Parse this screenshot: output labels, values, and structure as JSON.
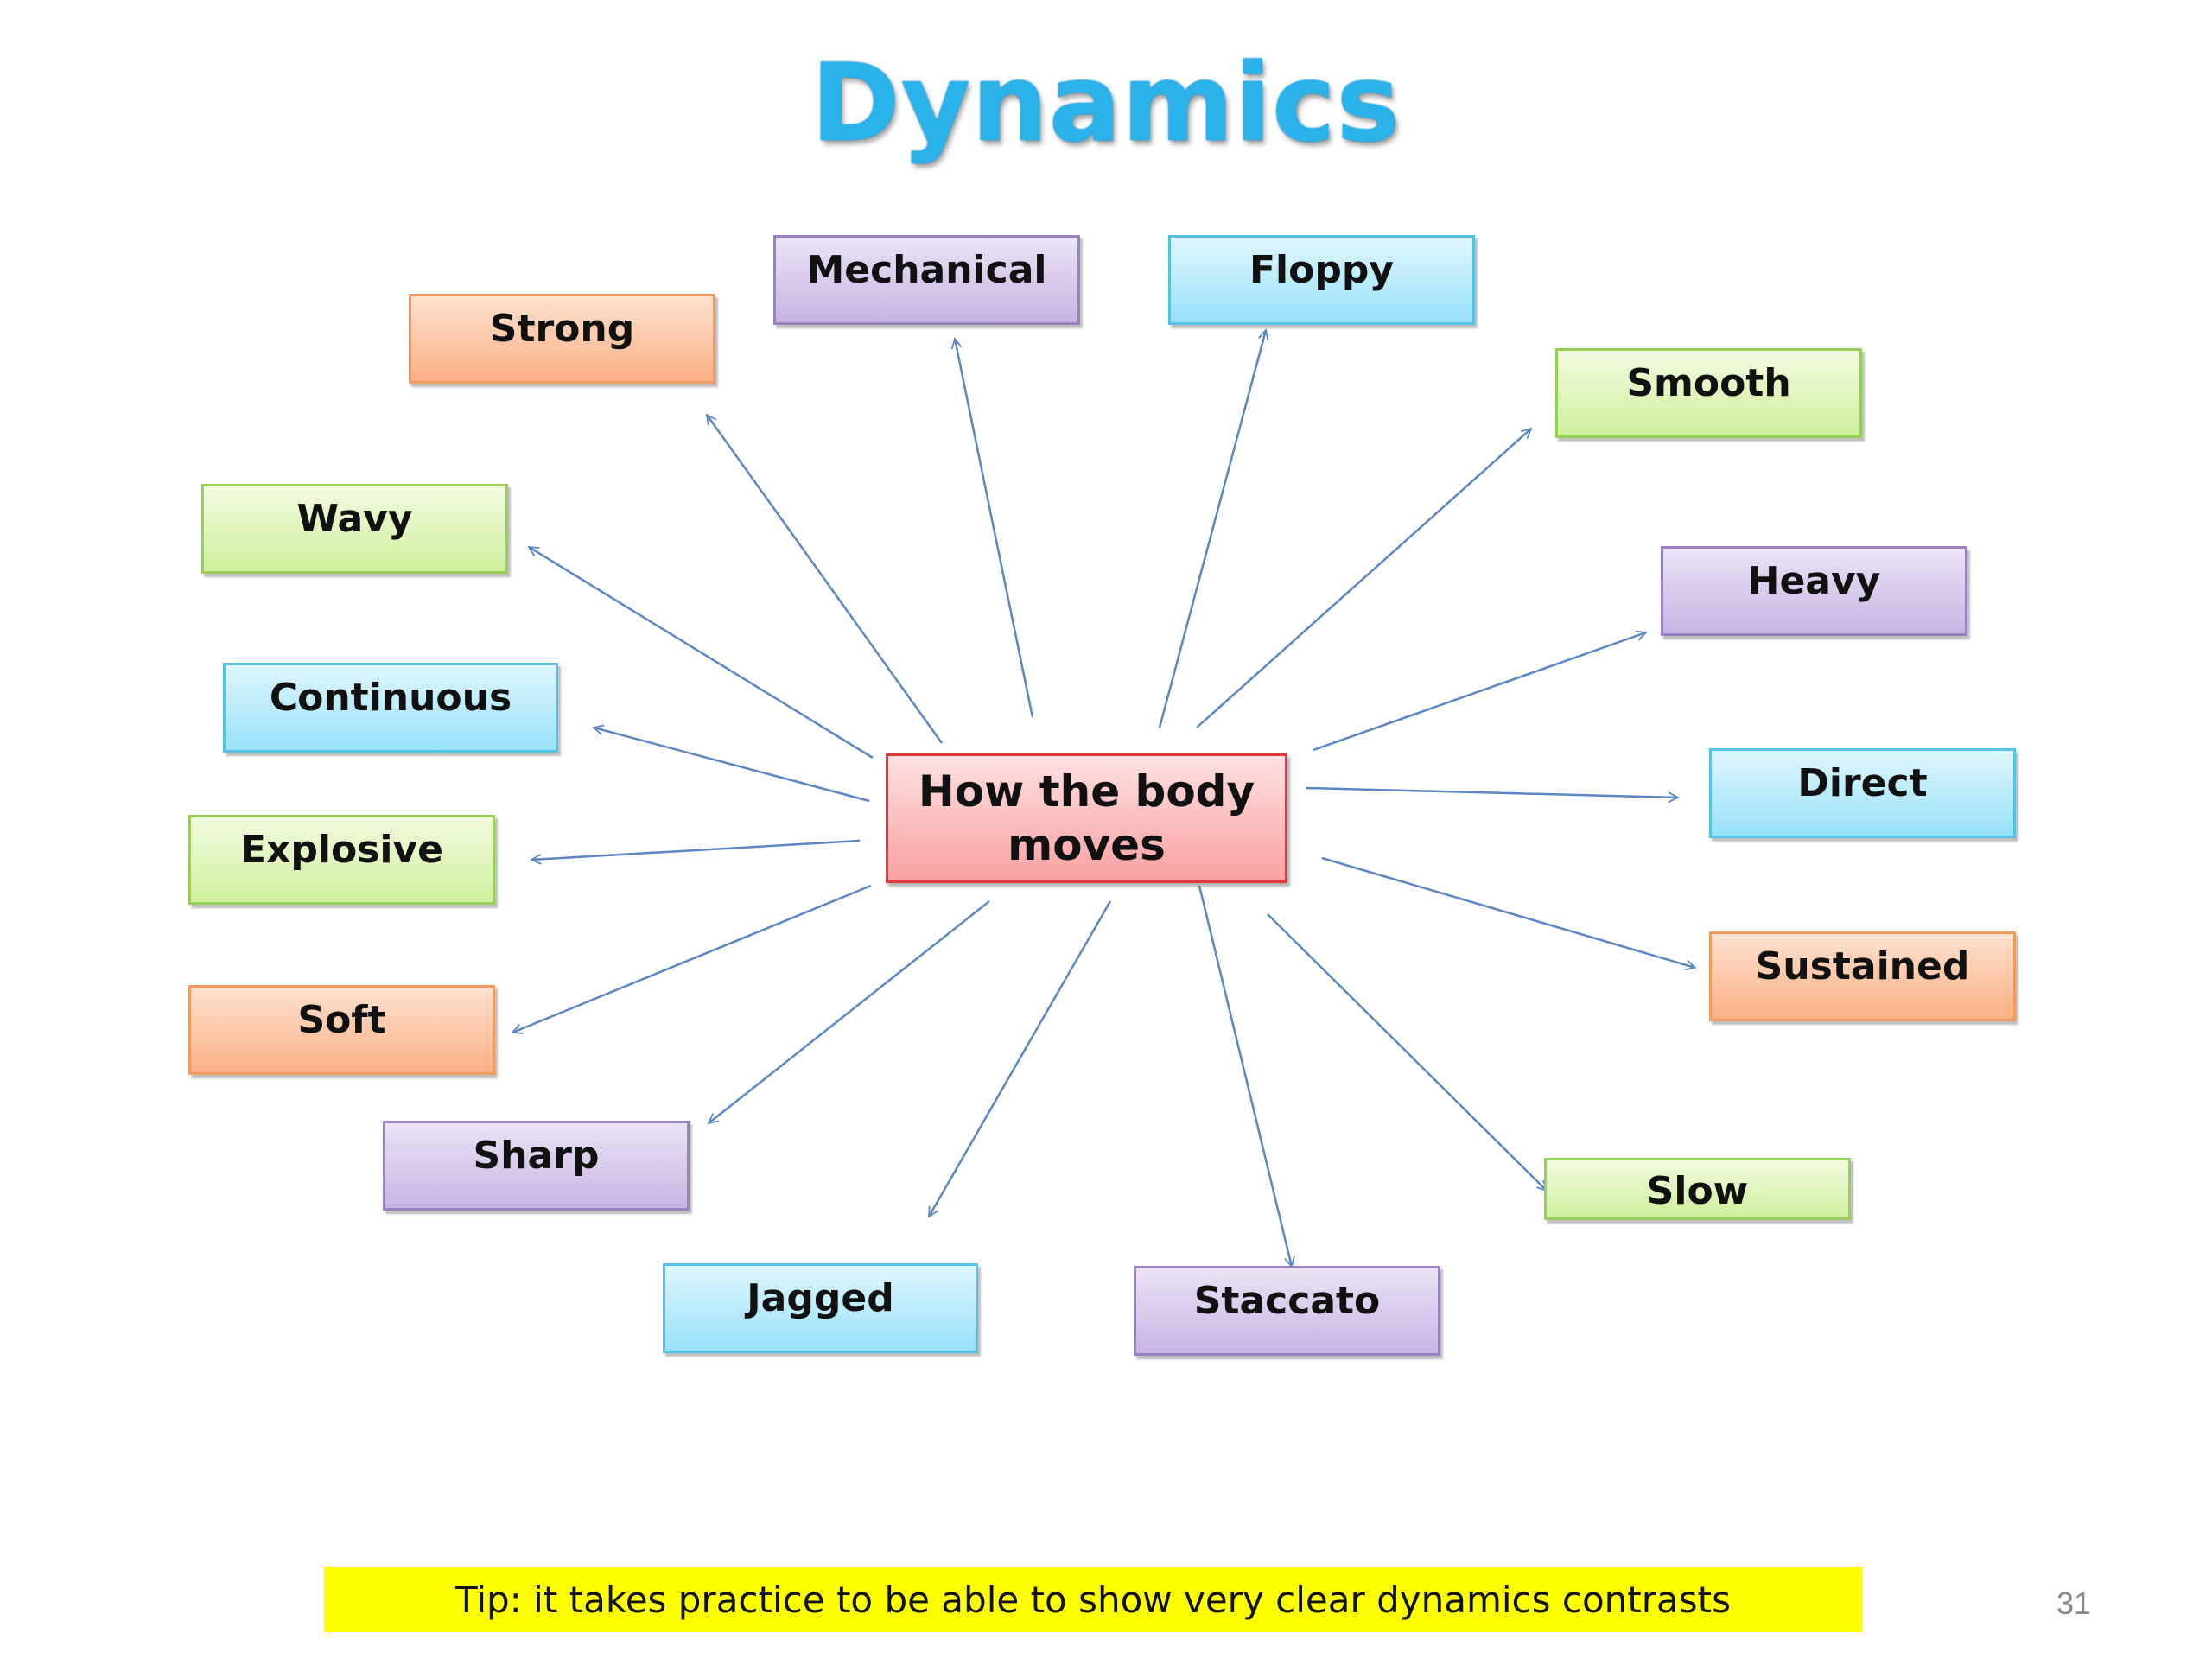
{
  "title": "Dynamics",
  "center": {
    "label": "How the body moves"
  },
  "nodes": [
    {
      "id": "strong",
      "label": "Strong",
      "color": "orange"
    },
    {
      "id": "mechanical",
      "label": "Mechanical",
      "color": "purple"
    },
    {
      "id": "floppy",
      "label": "Floppy",
      "color": "blue"
    },
    {
      "id": "smooth",
      "label": "Smooth",
      "color": "green"
    },
    {
      "id": "wavy",
      "label": "Wavy",
      "color": "green"
    },
    {
      "id": "heavy",
      "label": "Heavy",
      "color": "purple"
    },
    {
      "id": "continuous",
      "label": "Continuous",
      "color": "blue"
    },
    {
      "id": "direct",
      "label": "Direct",
      "color": "blue"
    },
    {
      "id": "explosive",
      "label": "Explosive",
      "color": "green"
    },
    {
      "id": "sustained",
      "label": "Sustained",
      "color": "orange"
    },
    {
      "id": "soft",
      "label": "Soft",
      "color": "orange"
    },
    {
      "id": "sharp",
      "label": "Sharp",
      "color": "purple"
    },
    {
      "id": "slow",
      "label": "Slow",
      "color": "green"
    },
    {
      "id": "jagged",
      "label": "Jagged",
      "color": "blue"
    },
    {
      "id": "staccato",
      "label": "Staccato",
      "color": "purple"
    }
  ],
  "tip": "Tip: it takes practice to be able to show very clear dynamics contrasts",
  "page_number": "31",
  "colors": {
    "title": "#2ab3ea",
    "arrow": "#5b86c6",
    "tip_background": "#ffff00",
    "center_border": "#e0383b"
  }
}
